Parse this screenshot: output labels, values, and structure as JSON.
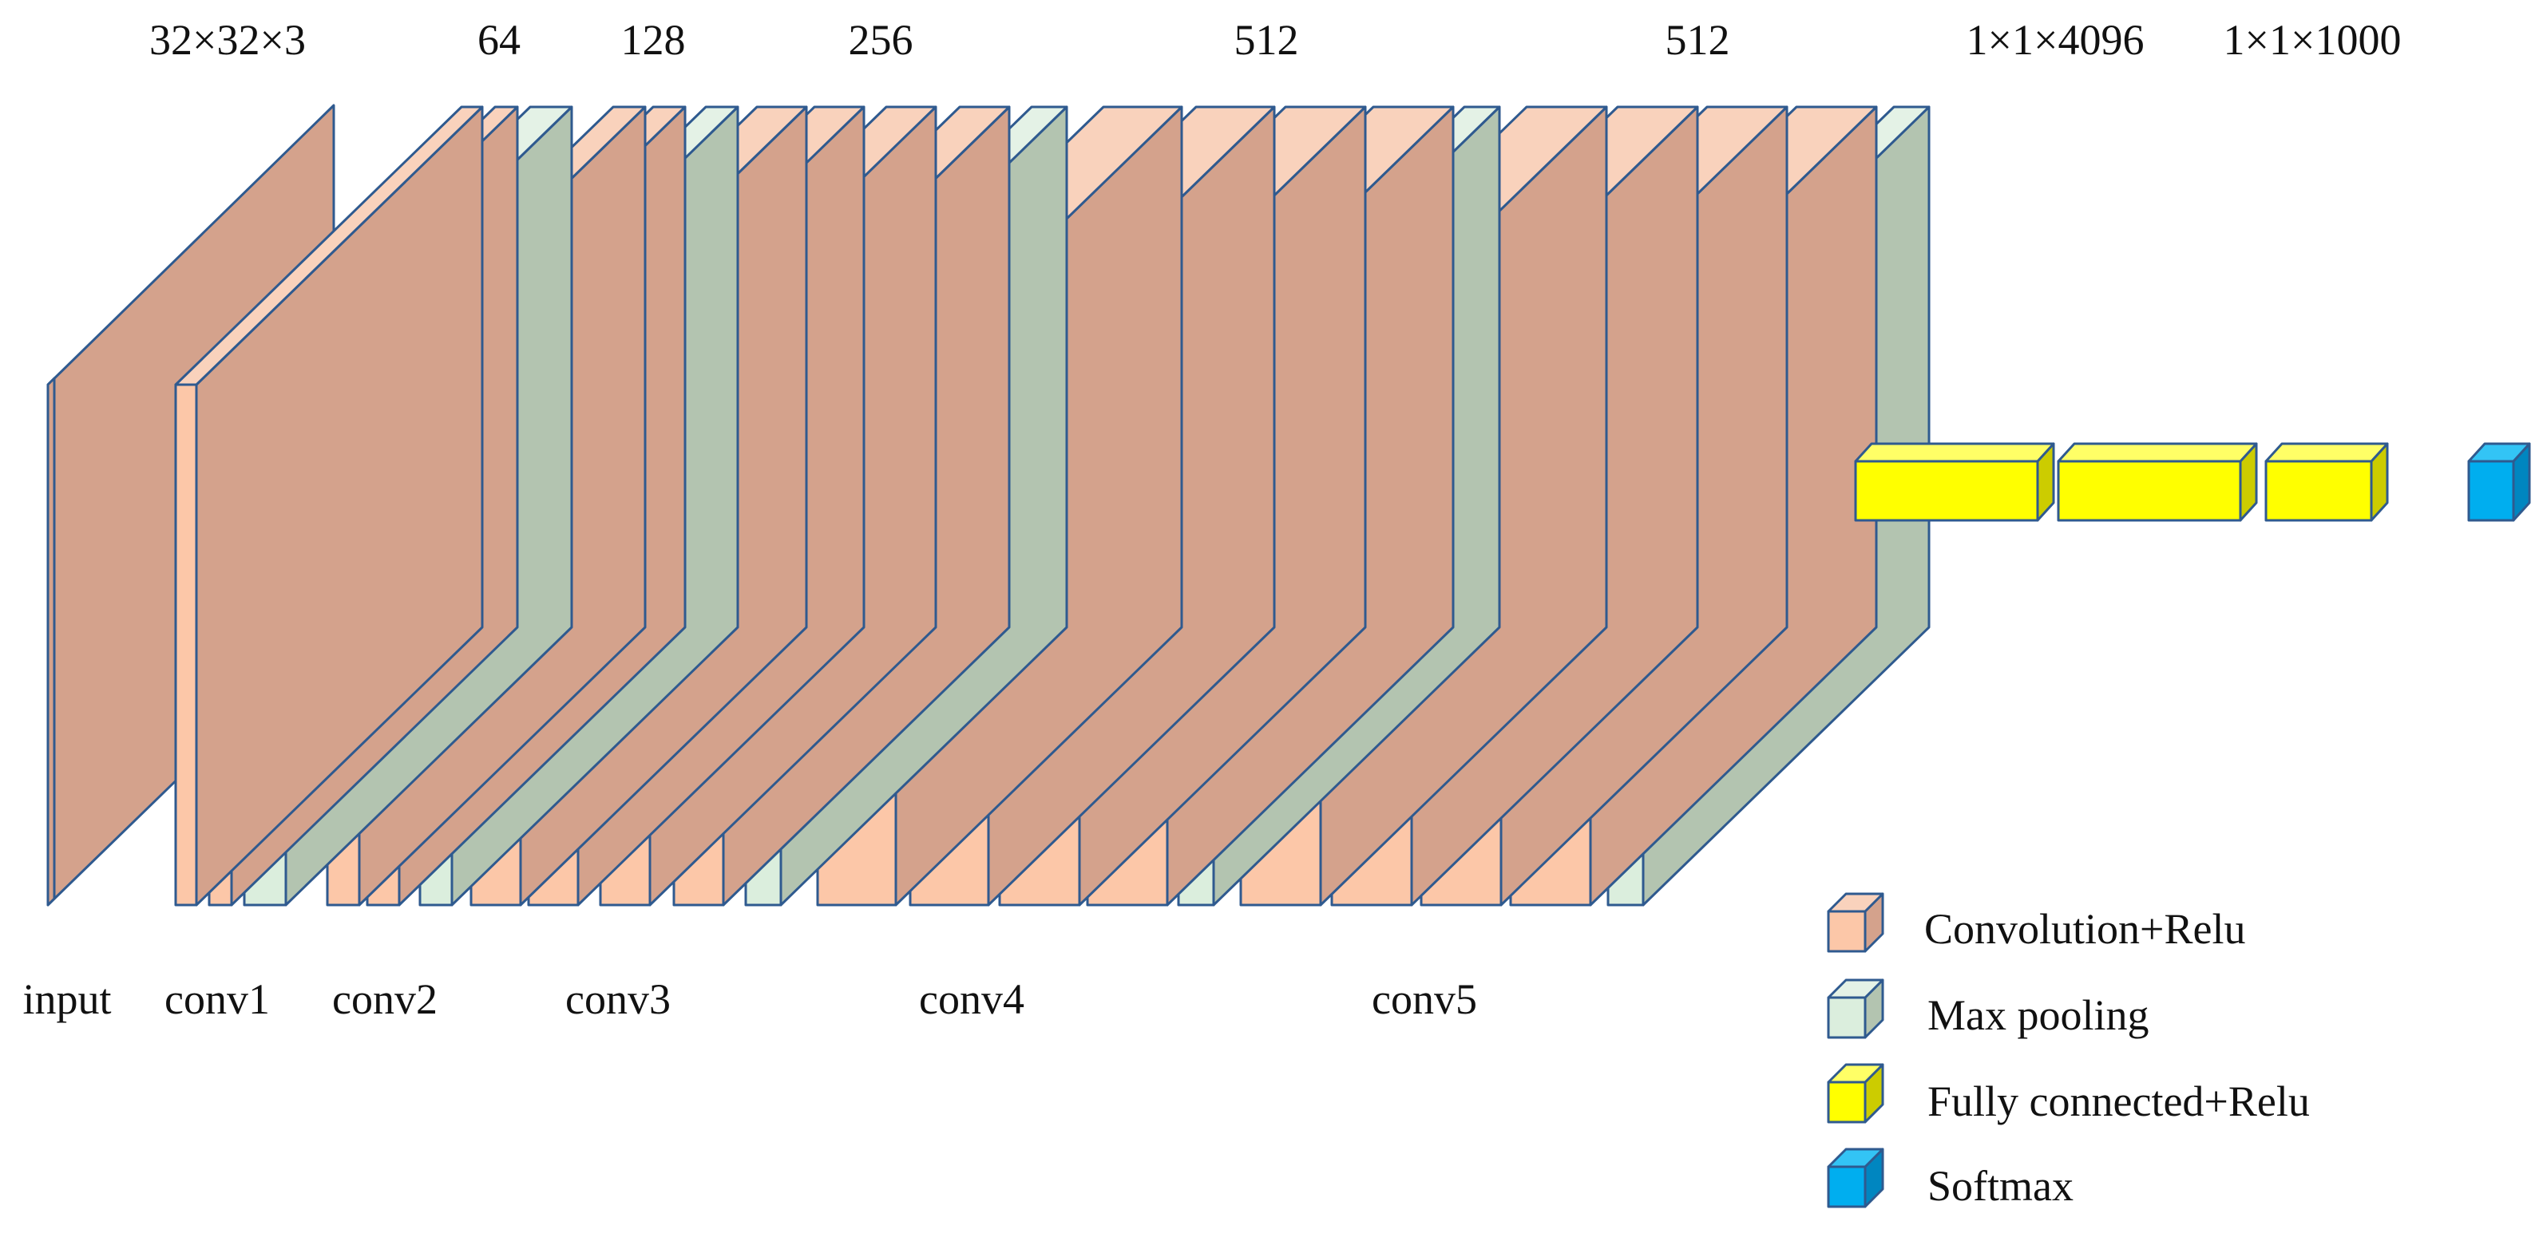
{
  "top_labels": [
    "32×32×3",
    "64",
    "128",
    "256",
    "512",
    "512",
    "1×1×4096",
    "1×1×1000"
  ],
  "bottom_labels": [
    "input",
    "conv1",
    "conv2",
    "conv3",
    "conv4",
    "conv5"
  ],
  "legend": [
    {
      "label": "Convolution+Relu",
      "type": "conv"
    },
    {
      "label": "Max pooling",
      "type": "pool"
    },
    {
      "label": "Fully connected+Relu",
      "type": "fc"
    },
    {
      "label": "Softmax",
      "type": "softmax"
    }
  ],
  "layers": [
    {
      "type": "input",
      "group": "input"
    },
    {
      "type": "conv",
      "group": "conv1"
    },
    {
      "type": "conv",
      "group": "conv1"
    },
    {
      "type": "pool",
      "group": "conv1"
    },
    {
      "type": "conv",
      "group": "conv2"
    },
    {
      "type": "conv",
      "group": "conv2"
    },
    {
      "type": "pool",
      "group": "conv2"
    },
    {
      "type": "conv",
      "group": "conv3"
    },
    {
      "type": "conv",
      "group": "conv3"
    },
    {
      "type": "conv",
      "group": "conv3"
    },
    {
      "type": "conv",
      "group": "conv3"
    },
    {
      "type": "pool",
      "group": "conv3"
    },
    {
      "type": "conv",
      "group": "conv4"
    },
    {
      "type": "conv",
      "group": "conv4"
    },
    {
      "type": "conv",
      "group": "conv4"
    },
    {
      "type": "conv",
      "group": "conv4"
    },
    {
      "type": "pool",
      "group": "conv4"
    },
    {
      "type": "conv",
      "group": "conv5"
    },
    {
      "type": "conv",
      "group": "conv5"
    },
    {
      "type": "conv",
      "group": "conv5"
    },
    {
      "type": "conv",
      "group": "conv5"
    },
    {
      "type": "pool",
      "group": "conv5"
    },
    {
      "type": "fc",
      "group": "fc"
    },
    {
      "type": "fc",
      "group": "fc"
    },
    {
      "type": "fc",
      "group": "fc"
    },
    {
      "type": "softmax",
      "group": "softmax"
    }
  ],
  "colors": {
    "stroke": "#2f5a8f",
    "conv": {
      "front": "#fcc7a8",
      "side": "#d4a28c",
      "top": "#f9d2bc"
    },
    "pool": {
      "front": "#dbeedd",
      "side": "#b3c4b0",
      "top": "#e4f2e6"
    },
    "fc": {
      "front": "#ffff00",
      "side": "#cccc00",
      "top": "#ffff66"
    },
    "softmax": {
      "front": "#00aeef",
      "side": "#0086c0",
      "top": "#33c4f5"
    },
    "input": {
      "front": "#d4a28c",
      "side": "#d4a28c",
      "top": "#d4a28c"
    }
  }
}
